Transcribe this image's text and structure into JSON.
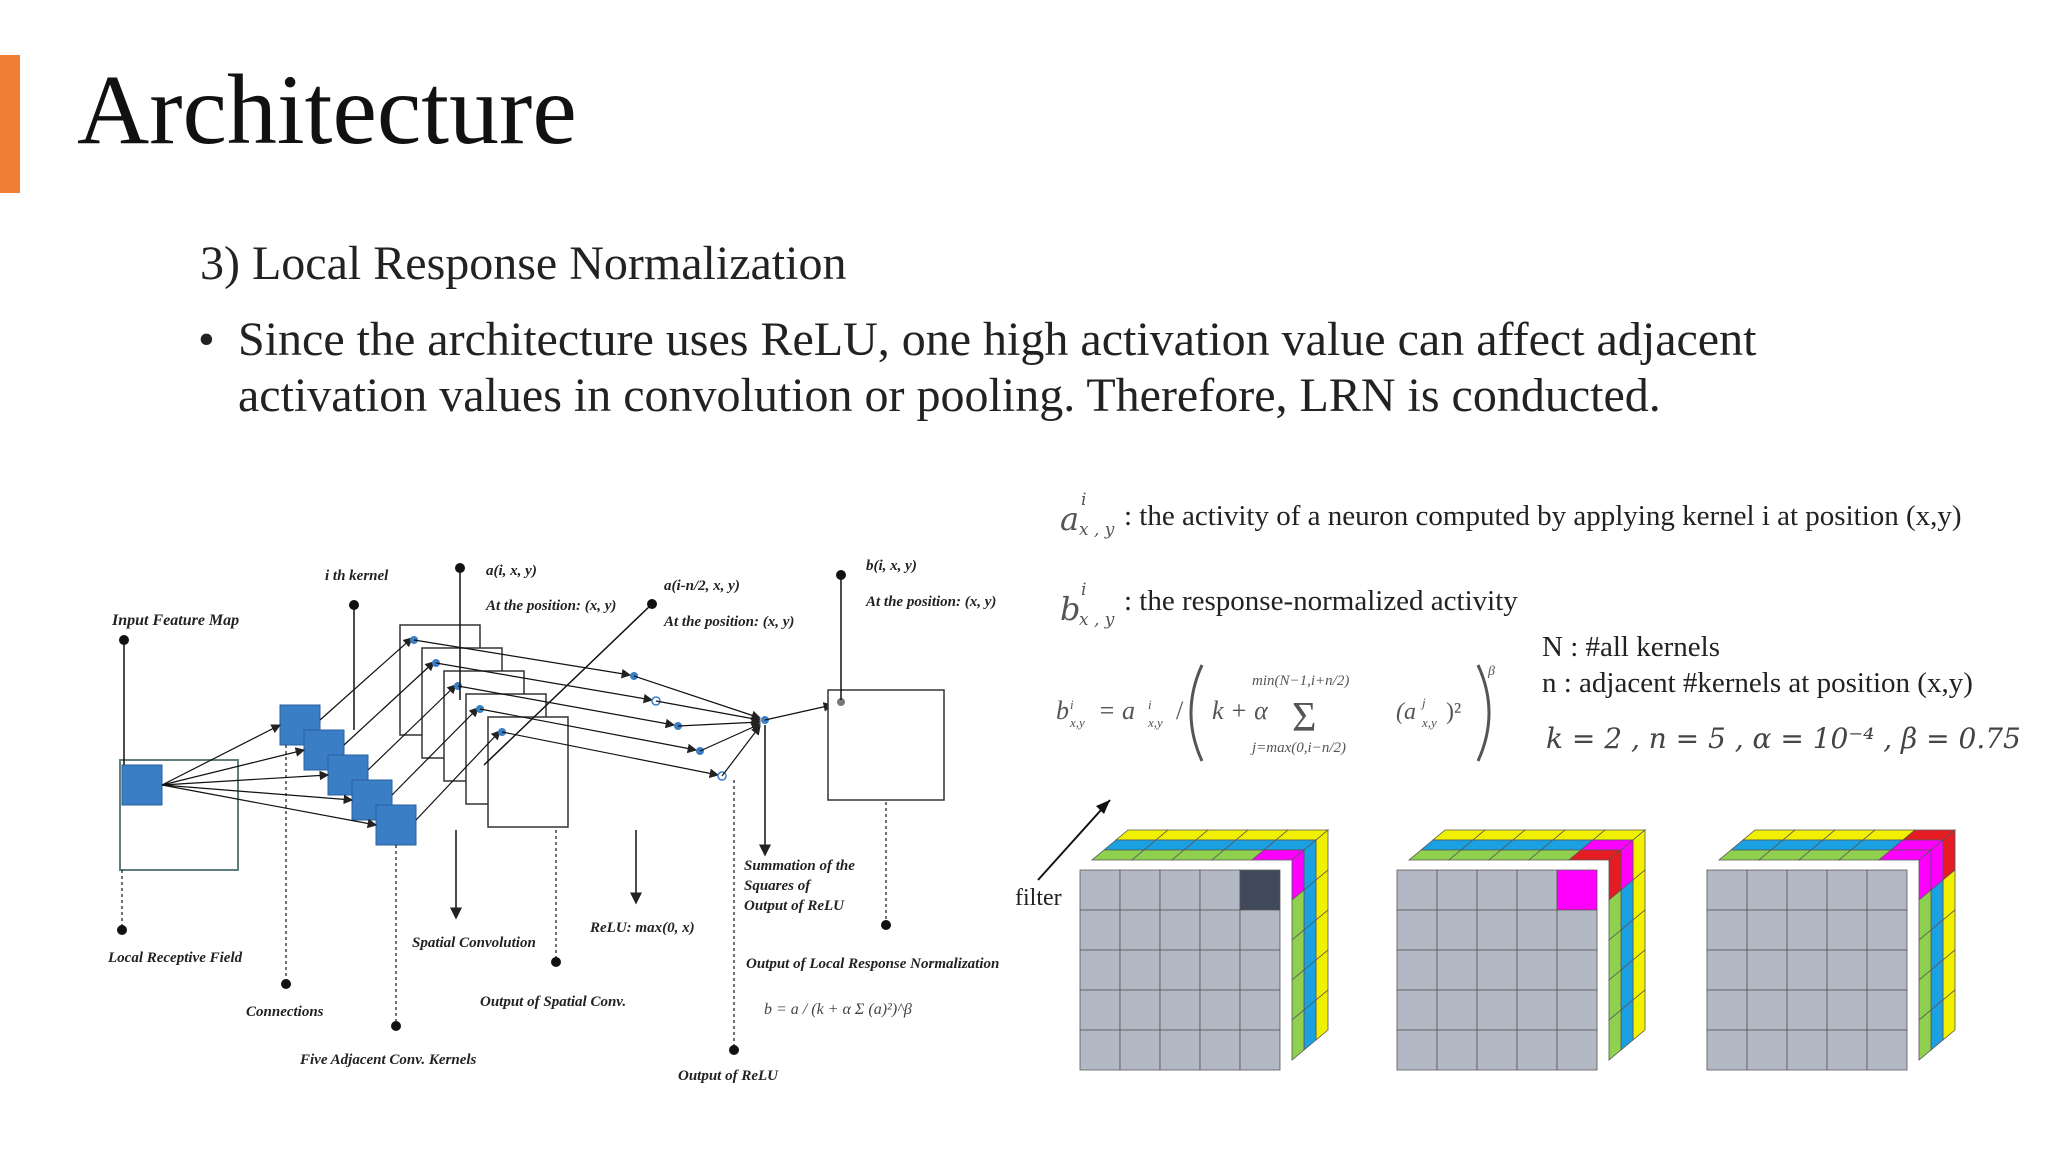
{
  "slide": {
    "title": "Architecture",
    "subtitle": "3) Local Response Normalization",
    "bullet": "Since the architecture uses ReLU, one high activation value can affect adjacent activation values in convolution or pooling. Therefore, LRN is conducted.",
    "accent_color": "#f07f35"
  },
  "legend": {
    "a_symbol": "a",
    "a_sup": "i",
    "a_sub": "x , y",
    "a_desc": ": the activity of a neuron computed by applying kernel i at position (x,y)",
    "b_symbol": "b",
    "b_sup": "i",
    "b_sub": "x , y",
    "b_desc": ": the response-normalized activity",
    "N_def": "N : #all kernels",
    "n_def": "n : adjacent #kernels at position (x,y)",
    "params": "k = 2 ,  n = 5 ,  α = 10⁻⁴ ,  β = 0.75",
    "formula_lhs": "b",
    "formula_eq": "= a",
    "formula_k": "k + α",
    "formula_sum_top": "min(N−1,i+n/2)",
    "formula_sum_bottom": "j=max(0,i−n/2)",
    "formula_term": "(a",
    "formula_beta": "β"
  },
  "diagram": {
    "labels": {
      "input_feature_map": "Input Feature Map",
      "ith_kernel": "i th kernel",
      "a_ixy": "a(i, x, y)",
      "a_at_position": "At the position: (x, y)",
      "a_in2": "a(i-n/2, x, y)",
      "a_in2_position": "At the position: (x, y)",
      "b_ixy": "b(i, x, y)",
      "b_at_position": "At the position: (x, y)",
      "summation_1": "Summation of the",
      "summation_2": "Squares of",
      "summation_3": "Output of ReLU",
      "relu": "ReLU: max(0, x)",
      "spatial_convolution": "Spatial Convolution",
      "local_receptive_field": "Local Receptive Field",
      "connections": "Connections",
      "output_spatial_conv": "Output of Spatial Conv.",
      "five_adjacent": "Five Adjacent Conv. Kernels",
      "output_lrn": "Output of Local Response Normalization",
      "output_relu": "Output of ReLU",
      "lrn_formula": "b = a / (k + α Σ (a)²)^β"
    },
    "filter_label": "filter"
  },
  "cubes": {
    "colors": {
      "gray": "#b3b9c4",
      "green": "#8fd14f",
      "blue": "#1ba1e2",
      "yellow": "#f0f000",
      "magenta": "#ff00ff",
      "red": "#e51c23",
      "dark": "#404a5a"
    }
  }
}
